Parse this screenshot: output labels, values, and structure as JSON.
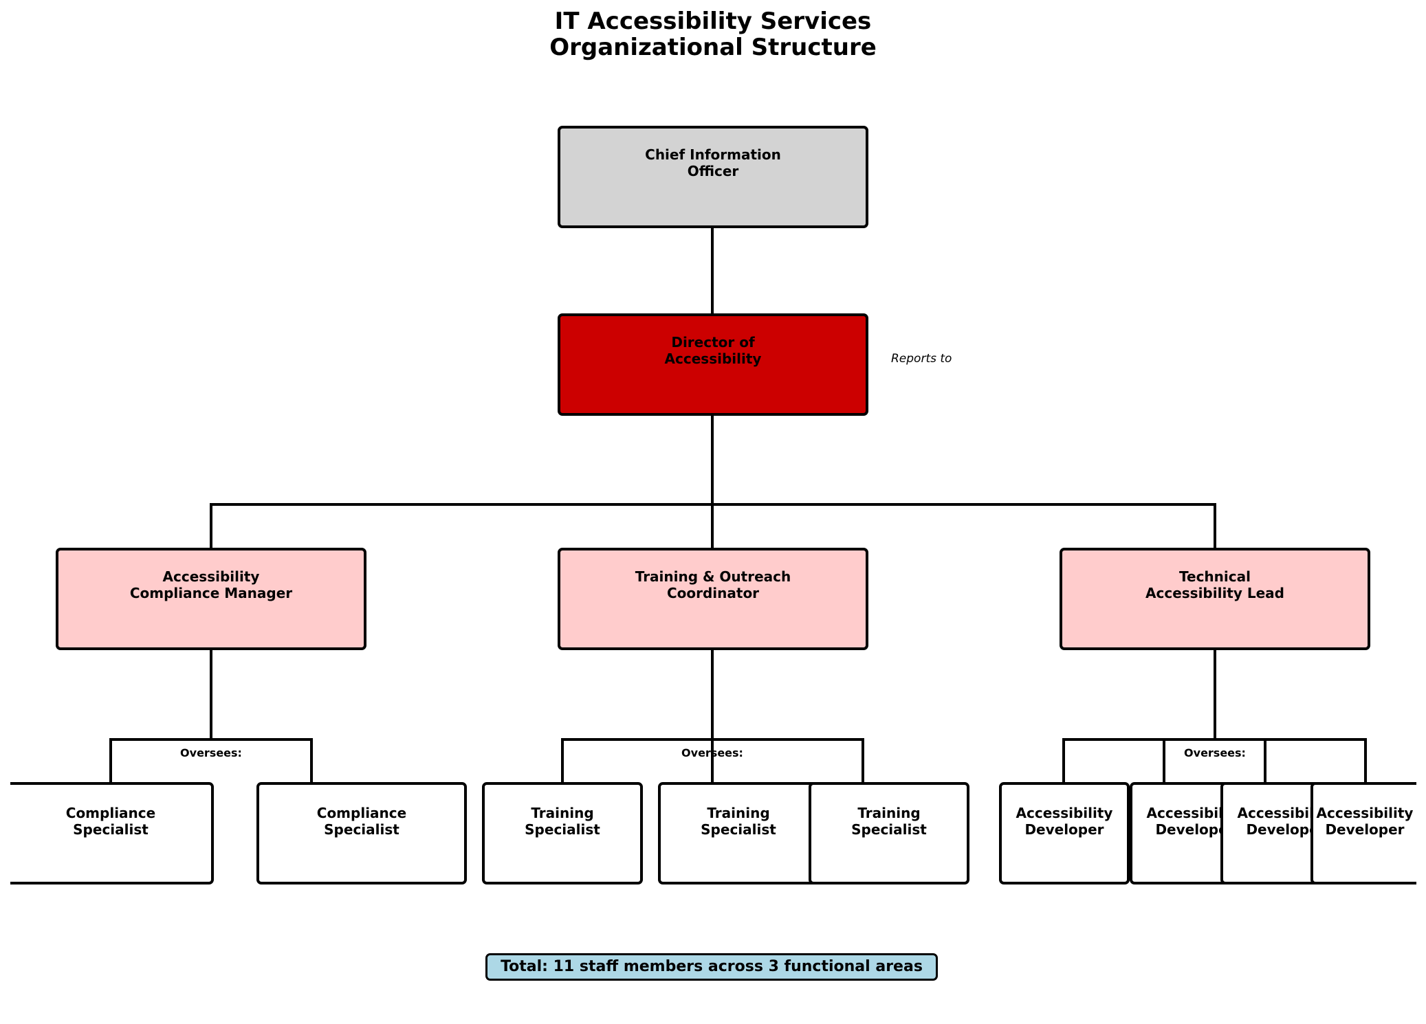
{
  "title": {
    "line1": "IT Accessibility Services",
    "line2": "Organizational Structure"
  },
  "colors": {
    "cio": "#d3d3d3",
    "director": "#cc0000",
    "managers": "#ffcccc",
    "staff": "#ffffff",
    "summary": "#add8e6",
    "lines": "#000000"
  },
  "cio": {
    "line1": "Chief Information",
    "line2": "Officer"
  },
  "director": {
    "line1": "Director of",
    "line2": "Accessibility"
  },
  "reports_note": "Reports to",
  "managers": [
    {
      "line1": "Accessibility",
      "line2": "Compliance Manager"
    },
    {
      "line1": "Training & Outreach",
      "line2": "Coordinator"
    },
    {
      "line1": "Technical",
      "line2": "Accessibility Lead"
    }
  ],
  "oversees_label": "Oversees:",
  "staff": [
    {
      "group": 0,
      "line1": "Compliance",
      "line2": "Specialist"
    },
    {
      "group": 0,
      "line1": "Compliance",
      "line2": "Specialist"
    },
    {
      "group": 1,
      "line1": "Training",
      "line2": "Specialist"
    },
    {
      "group": 1,
      "line1": "Training",
      "line2": "Specialist"
    },
    {
      "group": 1,
      "line1": "Training",
      "line2": "Specialist"
    },
    {
      "group": 2,
      "line1": "Accessibility",
      "line2": "Developer"
    },
    {
      "group": 2,
      "line1": "Accessibility",
      "line2": "Developer"
    },
    {
      "group": 2,
      "line1": "Accessibility",
      "line2": "Developer"
    },
    {
      "group": 2,
      "line1": "Accessibility",
      "line2": "Developer"
    }
  ],
  "summary": "Total: 11 staff members across 3 functional areas"
}
